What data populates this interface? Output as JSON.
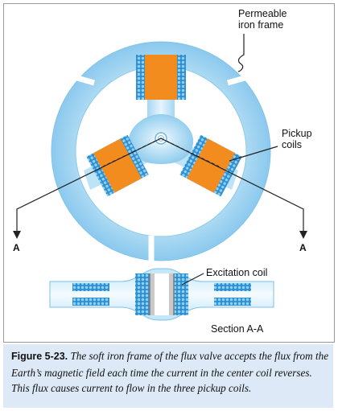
{
  "labels": {
    "iron_frame": [
      "Permeable",
      "iron frame"
    ],
    "pickup_coils": [
      "Pickup",
      "coils"
    ],
    "section_left": "A",
    "section_right": "A",
    "excitation_coil": "Excitation coil",
    "section_aa": "Section A-A"
  },
  "caption": {
    "figure_number": "Figure 5-23.",
    "text": "The soft iron frame of the flux valve accepts the flux from the Earth’s magnetic field each time the current in the center coil reverses. This flux causes current to flow in the three pickup coils."
  },
  "colors": {
    "frame_light": "#cfe9f8",
    "frame_mid": "#9fd2f0",
    "frame_dark": "#6fb8e6",
    "coil_orange": "#f28c1e",
    "coil_dots": "#39a9e0",
    "caption_bg": "#dde9f6"
  }
}
